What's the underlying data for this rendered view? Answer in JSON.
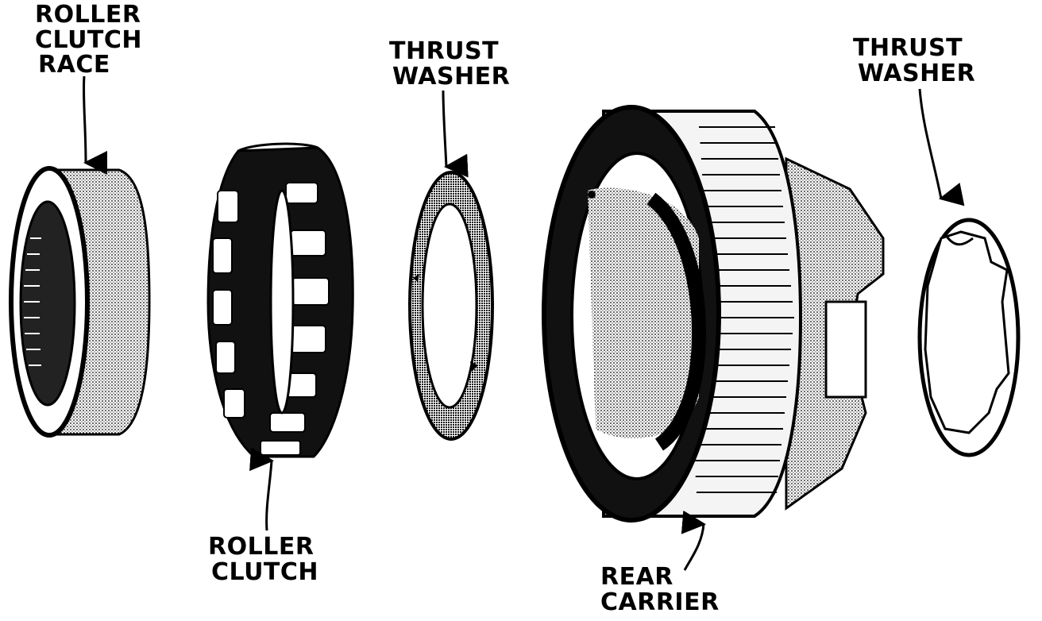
{
  "diagram": {
    "labels": {
      "roller_clutch_race": [
        "ROLLER",
        "CLUTCH",
        "RACE"
      ],
      "thrust_washer_1": [
        "THRUST",
        "WASHER"
      ],
      "roller_clutch": [
        "ROLLER",
        "CLUTCH"
      ],
      "rear_carrier": [
        "REAR",
        "CARRIER"
      ],
      "thrust_washer_2": [
        "THRUST",
        "WASHER"
      ]
    },
    "colors": {
      "ink": "#000000",
      "paper": "#ffffff",
      "shade": "#555555"
    }
  }
}
